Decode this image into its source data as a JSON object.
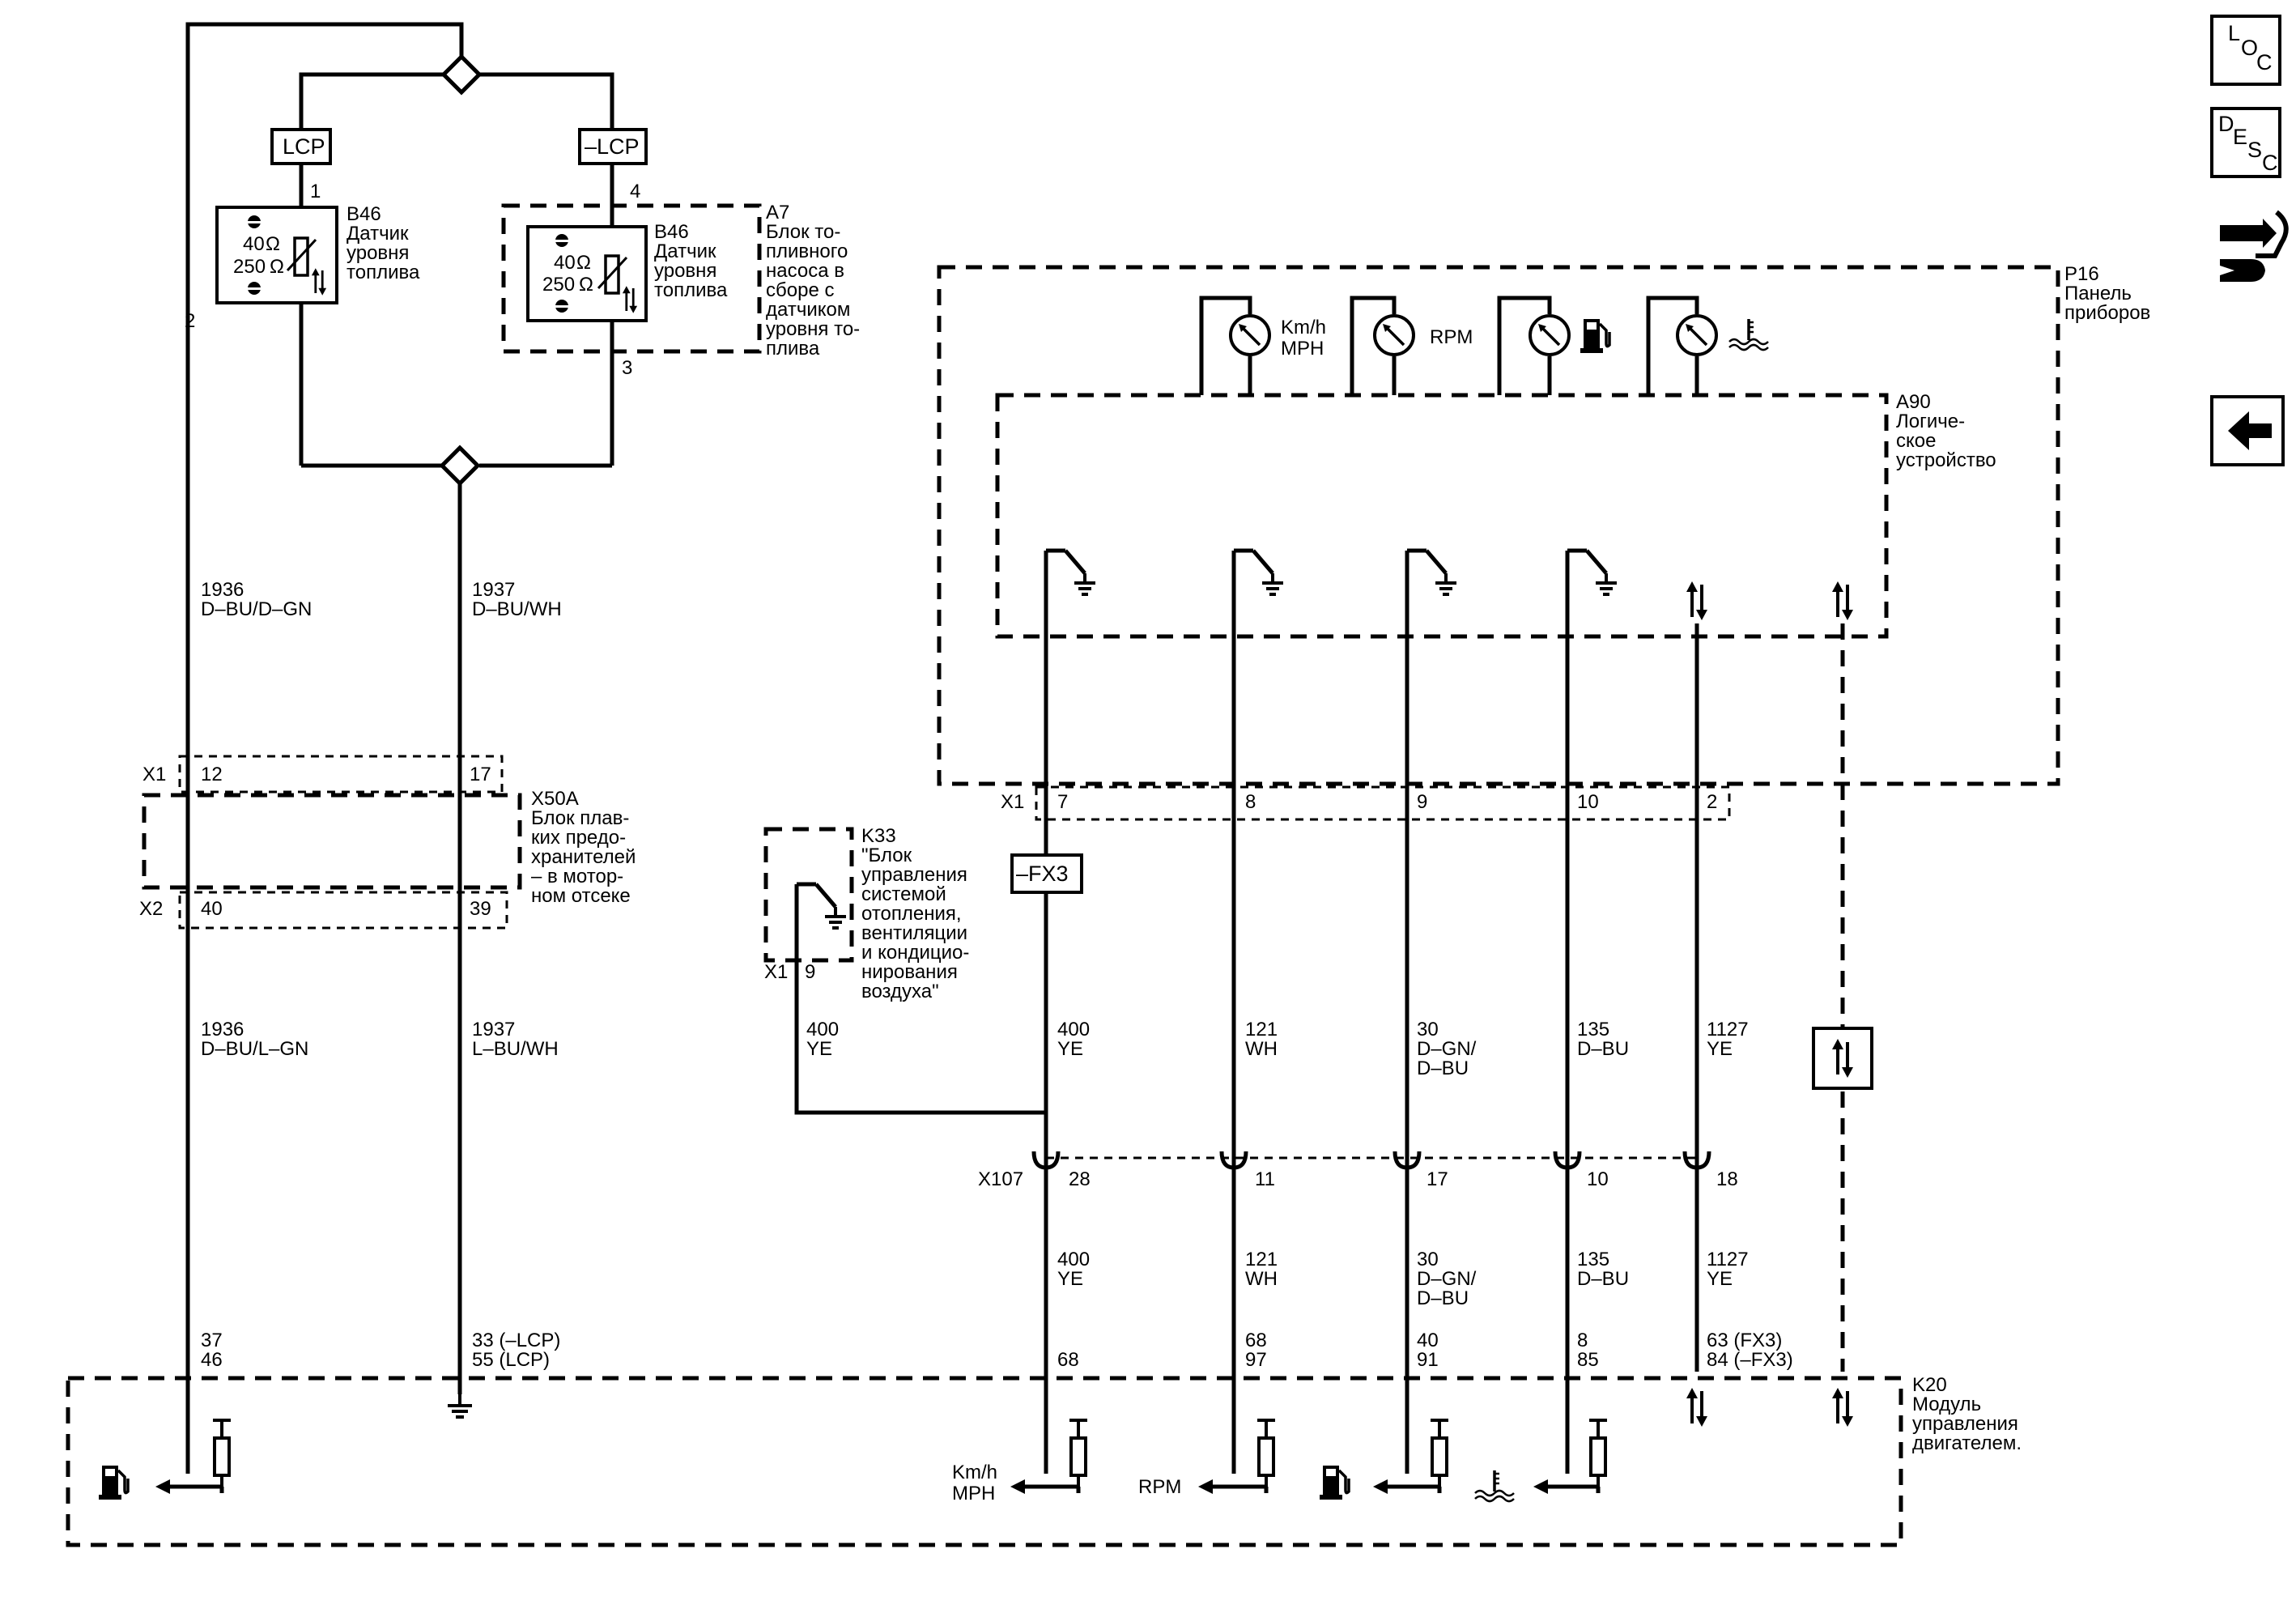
{
  "nav": {
    "loc": {
      "c1": "L",
      "c2": "O",
      "c3": "C"
    },
    "desc": {
      "c1": "D",
      "c2": "E",
      "c3": "S",
      "c4": "C"
    }
  },
  "top_left": {
    "lcp_tag": "LCP",
    "neg_lcp_tag": "–LCP",
    "b46_left": {
      "pin_top": "1",
      "pin_bottom": "2",
      "r1": "40",
      "r2": "250",
      "unit": "Ω",
      "code": "B46",
      "label": [
        "Датчик",
        "уровня",
        "топлива"
      ]
    },
    "b46_right": {
      "pin_top": "4",
      "pin_bottom": "3",
      "r1": "40",
      "r2": "250",
      "unit": "Ω",
      "code": "B46",
      "label": [
        "Датчик",
        "уровня",
        "топлива"
      ]
    },
    "a7": {
      "code": "A7",
      "label": [
        "Блок то-",
        "пливного",
        "насоса в",
        "сборе с",
        "датчиком",
        "уровня то-",
        "плива"
      ]
    }
  },
  "wires_left": {
    "w1936_top": [
      "1936",
      "D–BU/D–GN"
    ],
    "w1937_top": [
      "1937",
      "D–BU/WH"
    ],
    "w1936_bot": [
      "1936",
      "D–BU/L–GN"
    ],
    "w1937_bot": [
      "1937",
      "L–BU/WH"
    ]
  },
  "x50a": {
    "x1": "X1",
    "x1_pin_a": "12",
    "x1_pin_b": "17",
    "x2": "X2",
    "x2_pin_a": "40",
    "x2_pin_b": "39",
    "code": "X50A",
    "label": [
      "Блок плав-",
      "ких предо-",
      "хранителей",
      "– в мотор-",
      "ном отсеке"
    ]
  },
  "p16": {
    "code": "P16",
    "label": [
      "Панель",
      "приборов"
    ]
  },
  "a90": {
    "code": "A90",
    "label": [
      "Логиче-",
      "ское",
      "устройство"
    ]
  },
  "gauges": {
    "speed": [
      "Km/h",
      "MPH"
    ],
    "rpm": "RPM"
  },
  "p16_x1": {
    "conn": "X1",
    "pins": [
      "7",
      "8",
      "9",
      "10",
      "2"
    ]
  },
  "fx3_tag": "–FX3",
  "k33": {
    "code": "K33",
    "label": [
      "\"Блок",
      "управления",
      "системой",
      "отопления,",
      "вентиляции",
      "и кондицио-",
      "нирования",
      "воздуха\""
    ],
    "conn": "X1",
    "pin": "9"
  },
  "wires_mid": [
    [
      "400",
      "YE"
    ],
    [
      "400",
      "YE"
    ],
    [
      "121",
      "WH"
    ],
    [
      "30",
      "D–GN/",
      "D–BU"
    ],
    [
      "135",
      "D–BU"
    ],
    [
      "1127",
      "YE"
    ]
  ],
  "x107": {
    "conn": "X107",
    "pins": [
      "28",
      "11",
      "17",
      "10",
      "18"
    ]
  },
  "wires_low": [
    [
      "400",
      "YE"
    ],
    [
      "121",
      "WH"
    ],
    [
      "30",
      "D–GN/",
      "D–BU"
    ],
    [
      "135",
      "D–BU"
    ],
    [
      "1127",
      "YE"
    ]
  ],
  "k20_pins": {
    "p37_46": [
      "37",
      "46"
    ],
    "p33_55": [
      "33 (–LCP)",
      "55 (LCP)"
    ],
    "p68": "68",
    "p68_97": [
      "68",
      "97"
    ],
    "p40_91": [
      "40",
      "91"
    ],
    "p8_85": [
      "8",
      "85"
    ],
    "p63_84": [
      "63 (FX3)",
      "84 (–FX3)"
    ]
  },
  "k20": {
    "code": "K20",
    "label": [
      "Модуль",
      "управления",
      "двигателем."
    ]
  },
  "k20_outputs": {
    "speed": [
      "Km/h",
      "MPH"
    ],
    "rpm": "RPM"
  },
  "icons": [
    "fuel-pump-icon",
    "coolant-temp-icon",
    "ground-icon",
    "bidirectional-arrows-icon",
    "resistor-icon",
    "gauge-icon",
    "back-arrow-icon",
    "wrench-connector-icon"
  ]
}
